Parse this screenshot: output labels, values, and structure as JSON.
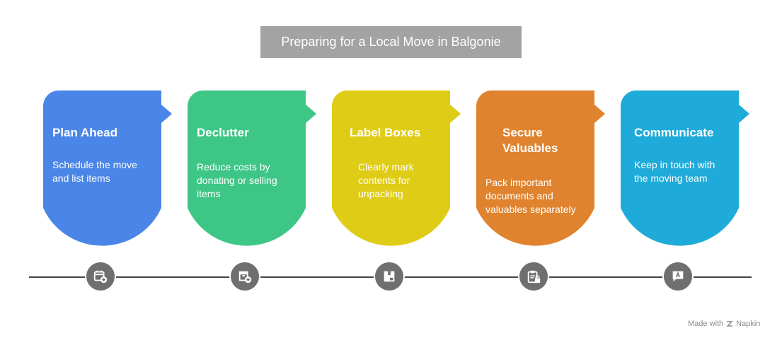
{
  "title": "Preparing for a Local Move in Balgonie",
  "steps": [
    {
      "title_lines": [
        "Plan Ahead"
      ],
      "desc_lines": [
        "Schedule the move",
        "and list items"
      ],
      "color": "#4a86e8",
      "icon": "calendar-add-icon"
    },
    {
      "title_lines": [
        "Declutter"
      ],
      "desc_lines": [
        "Reduce costs by",
        "donating or selling",
        "items"
      ],
      "color": "#3ec686",
      "icon": "box-add-icon"
    },
    {
      "title_lines": [
        "Label Boxes"
      ],
      "desc_lines": [
        "Clearly mark",
        "contents for",
        "unpacking"
      ],
      "color": "#dfcc16",
      "icon": "labeled-box-icon"
    },
    {
      "title_lines": [
        "Secure",
        "Valuables"
      ],
      "desc_lines": [
        "Pack important",
        "documents and",
        "valuables separately"
      ],
      "color": "#e0832e",
      "icon": "clipboard-lock-icon"
    },
    {
      "title_lines": [
        "Communicate"
      ],
      "desc_lines": [
        "Keep in touch with",
        "the moving team"
      ],
      "color": "#1fabd9",
      "icon": "chat-bubble-icon"
    }
  ],
  "credit": {
    "prefix": "Made with",
    "brand": "Napkin"
  }
}
